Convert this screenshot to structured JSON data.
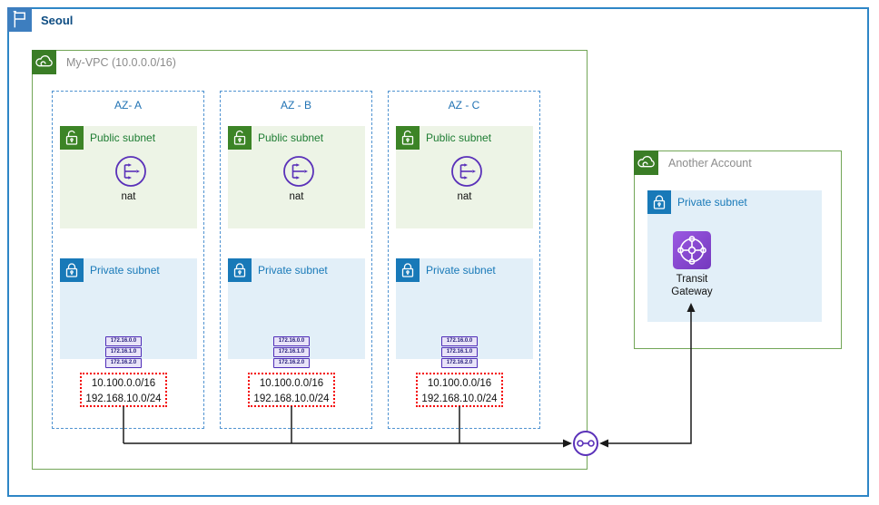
{
  "region": {
    "label": "Seoul"
  },
  "vpc": {
    "label": "My-VPC (10.0.0.0/16)"
  },
  "azs": [
    {
      "title": "AZ- A",
      "public_subnet": {
        "label": "Public subnet",
        "gateway_label": "nat"
      },
      "private_subnet": {
        "label": "Private subnet"
      },
      "cidr_badges": [
        "172.16.0.0",
        "172.16.1.0",
        "172.16.2.0"
      ],
      "route_cidrs": [
        "10.100.0.0/16",
        "192.168.10.0/24"
      ]
    },
    {
      "title": "AZ - B",
      "public_subnet": {
        "label": "Public subnet",
        "gateway_label": "nat"
      },
      "private_subnet": {
        "label": "Private subnet"
      },
      "cidr_badges": [
        "172.16.0.0",
        "172.16.1.0",
        "172.16.2.0"
      ],
      "route_cidrs": [
        "10.100.0.0/16",
        "192.168.10.0/24"
      ]
    },
    {
      "title": "AZ - C",
      "public_subnet": {
        "label": "Public subnet",
        "gateway_label": "nat"
      },
      "private_subnet": {
        "label": "Private subnet"
      },
      "cidr_badges": [
        "172.16.0.0",
        "172.16.1.0",
        "172.16.2.0"
      ],
      "route_cidrs": [
        "10.100.0.0/16",
        "192.168.10.0/24"
      ]
    }
  ],
  "another_account": {
    "label": "Another Account",
    "private_subnet": {
      "label": "Private subnet"
    },
    "transit_gateway_label": "Transit Gateway"
  },
  "icons": {
    "region": "flag-icon",
    "vpc": "cloud-icon",
    "public_subnet": "open-lock-icon",
    "private_subnet": "lock-icon",
    "nat": "nat-gateway-icon",
    "transit_gateway": "transit-gateway-icon",
    "connector": "vpc-attachment-icon"
  },
  "colors": {
    "region_blue": "#2E86C6",
    "region_icon_blue": "#3D7EBF",
    "vpc_green_border": "#72A657",
    "vpc_icon_green": "#3A7D26",
    "public_subnet_bg": "#EDF4E6",
    "public_subnet_green": "#1E7D33",
    "private_subnet_bg": "#E2EFF8",
    "private_subnet_blue": "#1879B8",
    "az_dashed_blue": "#5093D1",
    "gateway_purple": "#5A31B9",
    "tgw_purple": "#8A4BD2",
    "route_red": "#F40000",
    "line_black": "#1A1A1A"
  }
}
